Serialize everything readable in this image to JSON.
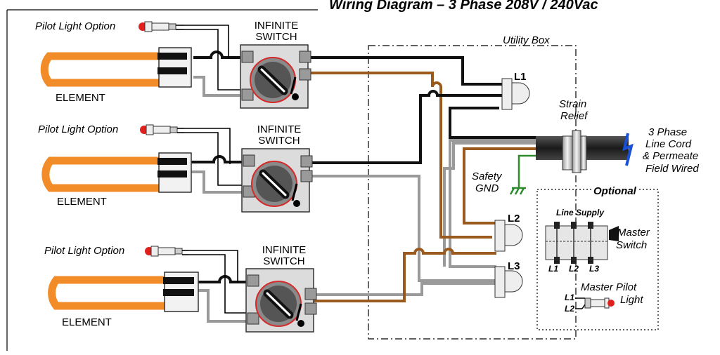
{
  "title": "Wiring Diagram – 3 Phase 208V / 240Vac",
  "labels": {
    "pilot_light_option": "Pilot Light Option",
    "switch_line1": "INFINITE",
    "switch_line2": "SWITCH",
    "element": "ELEMENT",
    "utility_box": "Utility Box",
    "l1": "L1",
    "l2": "L2",
    "l3": "L3",
    "strain_relief_1": "Strain",
    "strain_relief_2": "Relief",
    "line_cord_1": "3 Phase",
    "line_cord_2": "Line Cord",
    "line_cord_3": "& Permeate",
    "line_cord_4": "Field Wired",
    "safety_gnd_1": "Safety",
    "safety_gnd_2": "GND"
  },
  "optional": {
    "title": "Optional",
    "line_supply": "Line Supply",
    "master_switch_1": "Master",
    "master_switch_2": "Switch",
    "terminals": [
      "L1",
      "L2",
      "L3"
    ],
    "master_pilot_1": "Master Pilot",
    "master_pilot_2": "Light",
    "pilot_l1": "L1",
    "pilot_l2": "L2"
  },
  "colors": {
    "element": "#f28c28",
    "wire_black": "#111111",
    "wire_brown": "#9a5a1e",
    "wire_gray": "#9a9a9a",
    "ground": "#2e8b2e",
    "pilot_red": "#e0201c",
    "switch_body": "#dcdcdc",
    "knob": "#555555",
    "cord_arrow": "#1a4fd8"
  }
}
